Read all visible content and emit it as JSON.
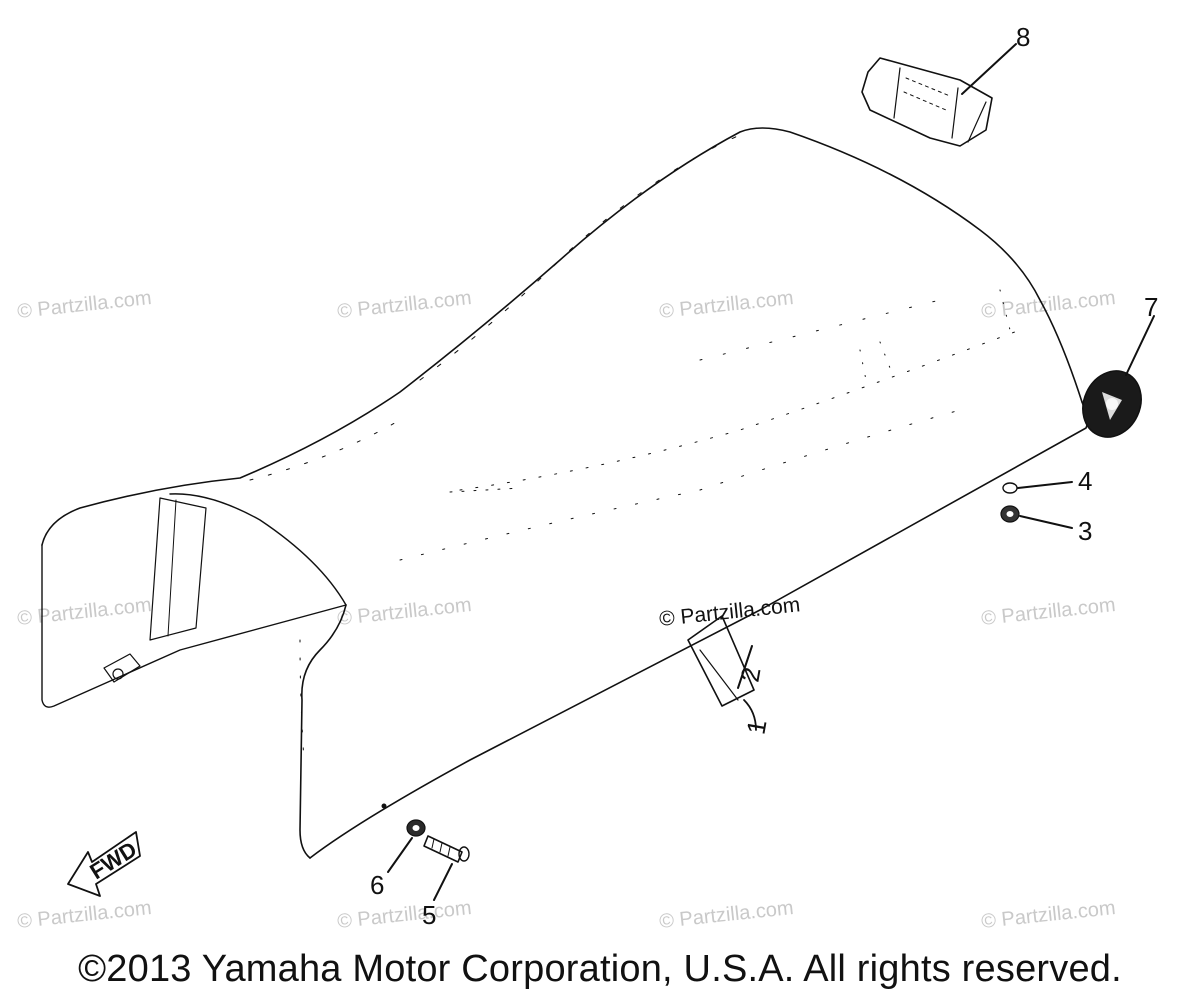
{
  "watermark": "© Partzilla.com",
  "watermark_inline": "© Partzilla.com",
  "direction_label": "FWD",
  "callouts": [
    "8",
    "7",
    "4",
    "3",
    "2",
    "1",
    "6",
    "5"
  ],
  "copyright": "©2013 Yamaha Motor Corporation, U.S.A. All rights reserved."
}
